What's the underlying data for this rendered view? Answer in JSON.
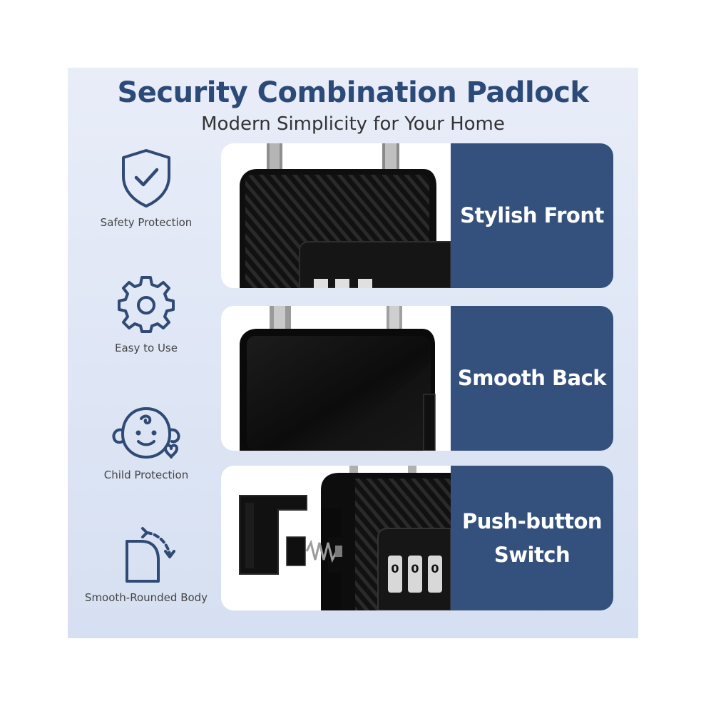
{
  "header": {
    "title": "Security Combination Padlock",
    "subtitle": "Modern Simplicity for Your Home"
  },
  "features": [
    {
      "label": "Safety Protection",
      "icon": "shield-check-icon"
    },
    {
      "label": "Easy to Use",
      "icon": "gear-icon"
    },
    {
      "label": "Child Protection",
      "icon": "baby-face-icon"
    },
    {
      "label": "Smooth-Rounded Body",
      "icon": "rounded-corner-icon"
    }
  ],
  "cards": [
    {
      "caption": "Stylish Front",
      "photo": "padlock-front-photo"
    },
    {
      "caption": "Smooth Back",
      "photo": "padlock-back-photo"
    },
    {
      "caption": "Push-button Switch",
      "photo": "padlock-switch-photo"
    }
  ],
  "dial_digits": [
    "0",
    "0",
    "0"
  ],
  "colors": {
    "accent": "#34507c",
    "title": "#2c4a78",
    "icon_stroke": "#2f4a74",
    "background": "#dfe6f5"
  }
}
